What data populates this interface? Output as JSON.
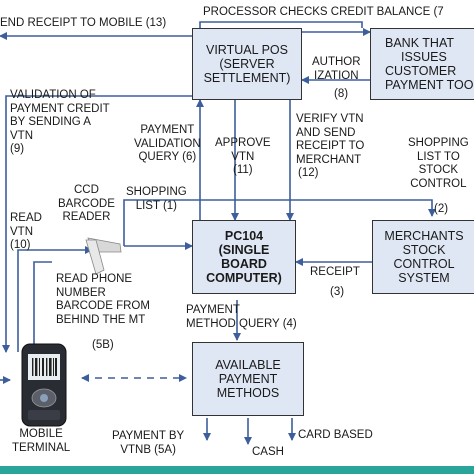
{
  "boxes": {
    "virtual_pos": [
      "VIRTUAL POS",
      "(SERVER",
      "SETTLEMENT)"
    ],
    "bank": [
      "BANK THAT",
      "ISSUES",
      "CUSTOMER",
      "PAYMENT TOO"
    ],
    "pc104": [
      "PC104",
      "(SINGLE",
      "BOARD",
      "COMPUTER)"
    ],
    "merchants_stock": [
      "MERCHANTS",
      "STOCK",
      "CONTROL",
      "SYSTEM"
    ],
    "available_payment": [
      "AVAILABLE",
      "PAYMENT",
      "METHODS"
    ]
  },
  "labels": {
    "send_receipt_mobile": "END RECEIPT TO MOBILE (13)",
    "processor_checks": "PROCESSOR CHECKS CREDIT BALANCE (7",
    "authorization": [
      "AUTHOR",
      "IZATION"
    ],
    "authorization_num": "(8)",
    "validation_payment": [
      "VALIDATION OF",
      "PAYMENT CREDIT",
      "BY SENDING A",
      "VTN"
    ],
    "validation_payment_num": "(9)",
    "payment_validation_query": [
      "PAYMENT",
      "VALIDATION",
      "QUERY (6)"
    ],
    "approve_vtn": [
      "APPROVE",
      "VTN"
    ],
    "approve_vtn_num": "(11)",
    "verify_vtn": [
      "VERIFY VTN",
      "AND SEND",
      "RECEIPT TO",
      "MERCHANT"
    ],
    "verify_vtn_num": "(12)",
    "shopping_list_stock": [
      "SHOPPING",
      "LIST TO",
      "STOCK",
      "CONTROL"
    ],
    "shopping_list_stock_num": "(2)",
    "ccd_reader": [
      "CCD",
      "BARCODE",
      "READER"
    ],
    "shopping_list_1": [
      "SHOPPING",
      "LIST (1)"
    ],
    "read_vtn": [
      "READ",
      "VTN"
    ],
    "read_vtn_num": "(10)",
    "receipt": "RECEIPT",
    "receipt_num": "(3)",
    "read_phone": [
      "READ PHONE",
      "NUMBER",
      "BARCODE FROM",
      "BEHIND THE MT"
    ],
    "read_phone_num": "(5B)",
    "payment_method_query": [
      "PAYMENT",
      "METHOD  QUERY (4)"
    ],
    "mobile_terminal": [
      "MOBILE",
      "TERMINAL"
    ],
    "payment_by_vtnb": [
      "PAYMENT BY",
      "VTNB (5A)"
    ],
    "cash": "CASH",
    "card_based": "CARD BASED"
  },
  "colors": {
    "box_fill": "#dfe7f4",
    "arrow": "#3d5e9c",
    "dashed_arrow": "#3d5e9c",
    "bottom_stripe": "#2aa59a"
  }
}
